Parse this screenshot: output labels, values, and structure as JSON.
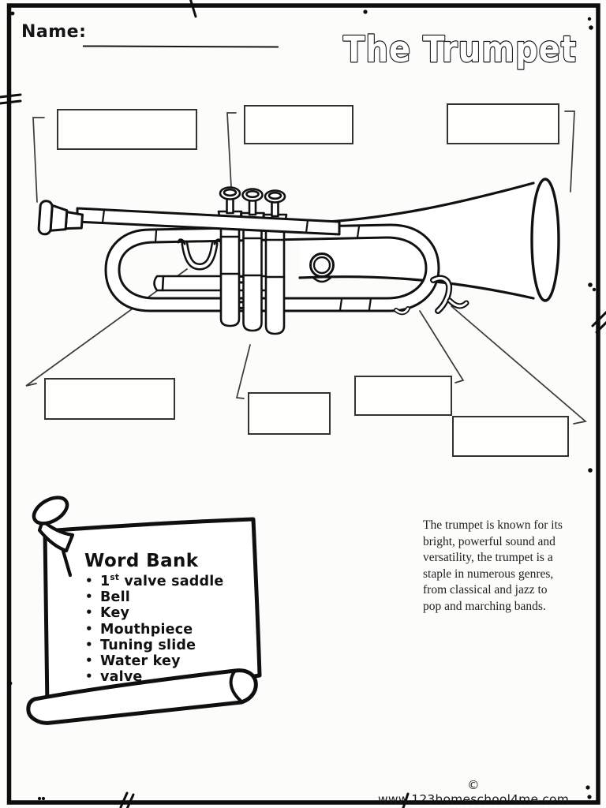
{
  "header": {
    "name_label": "Name:",
    "title": "The Trumpet"
  },
  "word_bank": {
    "title": "Word Bank",
    "items": [
      "1st valve saddle",
      "Bell",
      "Key",
      "Mouthpiece",
      "Tuning slide",
      "Water key",
      "valve"
    ]
  },
  "description": {
    "text": "The trumpet is known for its bright, powerful sound and versatility, the trumpet is a staple in numerous genres, from classical and jazz to pop and marching bands."
  },
  "footer": {
    "copyright": "© www.123homeschool4me.com"
  },
  "colors": {
    "ink": "#111111",
    "leader_line": "#3a3a3a",
    "box_border": "#333333",
    "paper": "#fcfcfb"
  }
}
